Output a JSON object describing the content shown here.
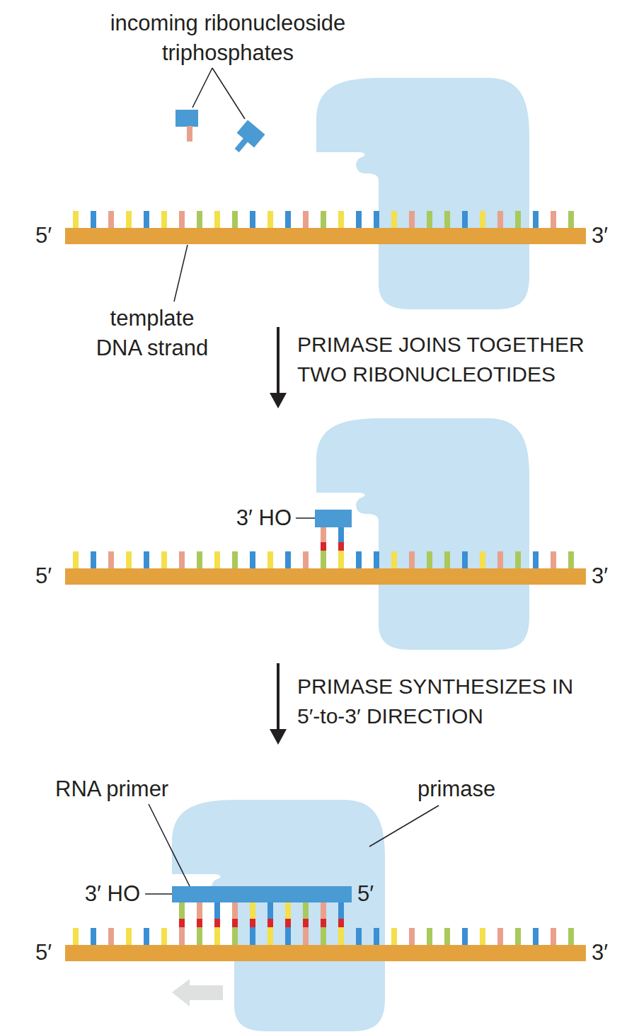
{
  "diagram": {
    "labels": [
      "incoming ribonucleoside triphosphates",
      "5′",
      "3′",
      "template DNA strand",
      "PRIMASE JOINS TOGETHER TWO RIBONUCLEOTIDES",
      "3′ HO",
      "5′",
      "3′",
      "PRIMASE SYNTHESIZES IN 5′-to-3′ DIRECTION",
      "RNA primer",
      "primase",
      "3′ HO",
      "5′",
      "5′",
      "3′"
    ]
  }
}
